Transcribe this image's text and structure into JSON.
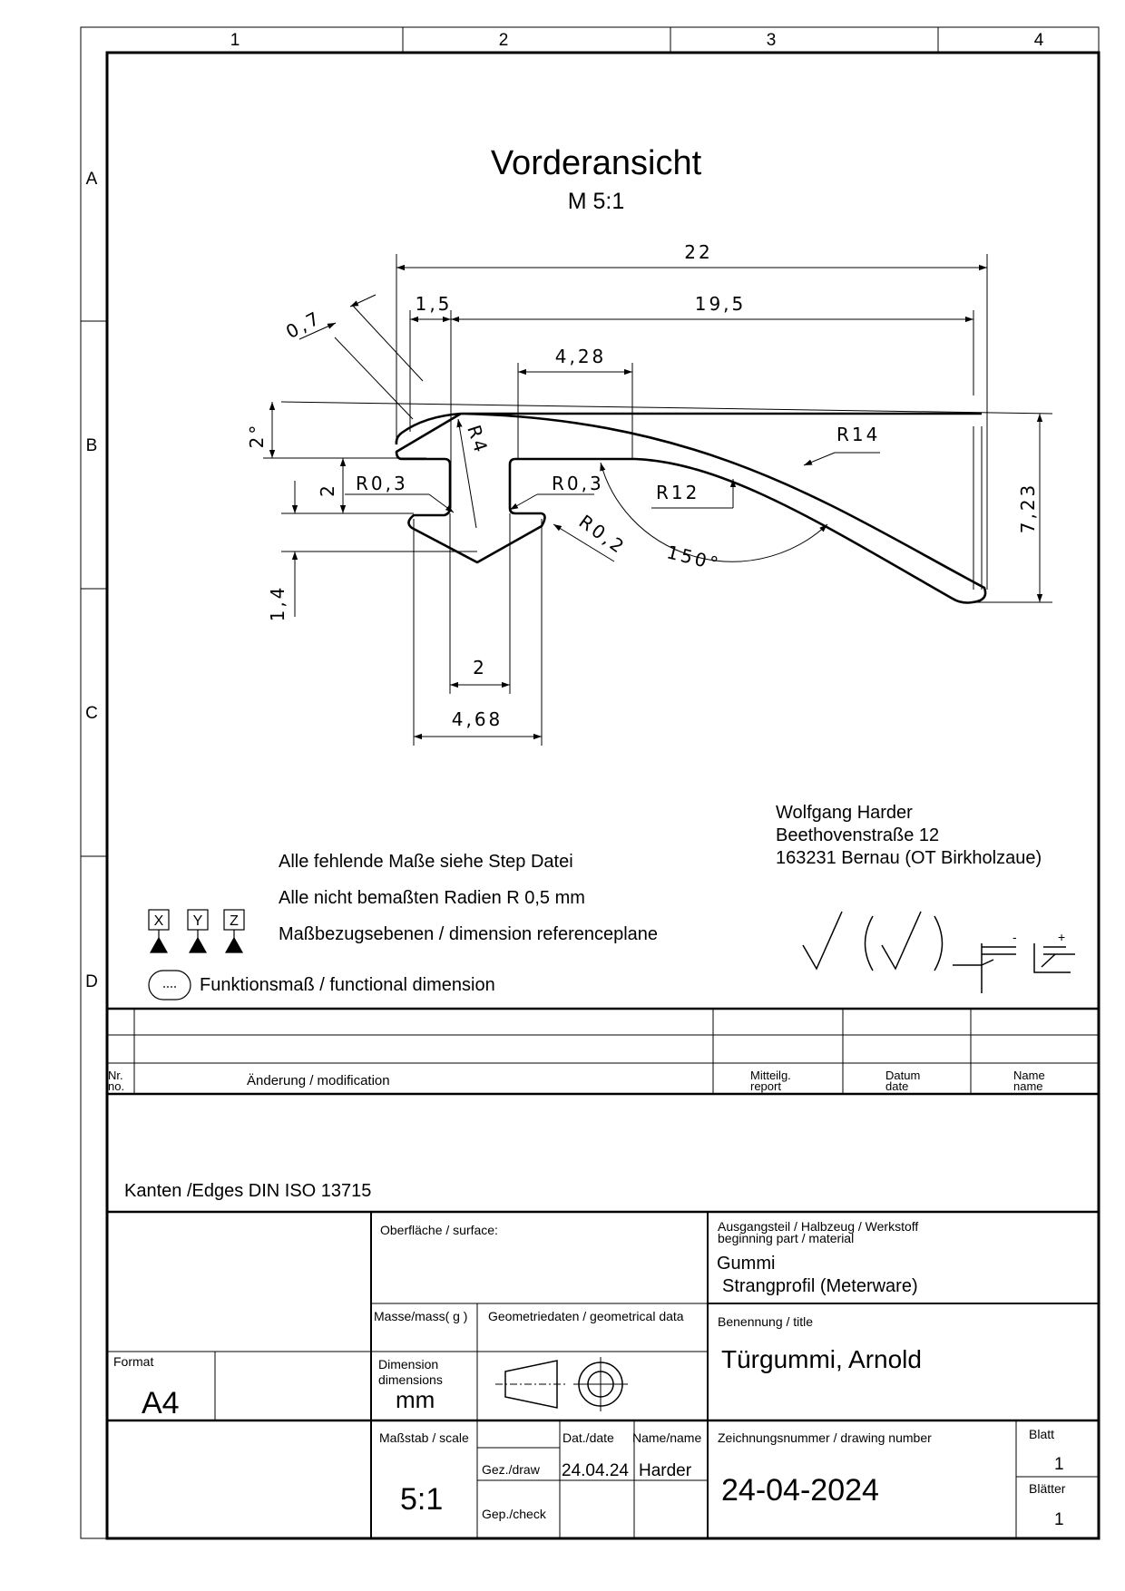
{
  "grid": {
    "columns": [
      "1",
      "2",
      "3",
      "4"
    ],
    "rows": [
      "A",
      "B",
      "C",
      "D"
    ]
  },
  "view": {
    "title": "Vorderansicht",
    "scale": "M  5:1"
  },
  "dimensions": {
    "overall_width": "22",
    "flange_width": "1,5",
    "lip_length": "19,5",
    "top_slot": "4,28",
    "thickness": "0,7",
    "angle_small": "2°",
    "height_2": "2",
    "height_14": "1,4",
    "r4": "R4",
    "r03_left": "R0,3",
    "r03_right": "R0,3",
    "r02": "R0,2",
    "r12": "R12",
    "r14": "R14",
    "angle_150": "150°",
    "total_height": "7,23",
    "neck_width": "2",
    "foot_width": "4,68"
  },
  "author": {
    "name": "Wolfgang Harder",
    "street": "Beethovenstraße 12",
    "city": "163231 Bernau (OT Birkholzaue)"
  },
  "notes": {
    "missing": "Alle fehlende Maße siehe Step Datei",
    "radii": "Alle nicht bemaßten Radien R 0,5 mm",
    "reference": "Maßbezugsebenen / dimension referenceplane",
    "functional": "Funktionsmaß / functional dimension",
    "datums": [
      "X",
      "Y",
      "Z"
    ]
  },
  "revision": {
    "nr": [
      "Nr.",
      "no."
    ],
    "change": "Änderung / modification",
    "report": [
      "Mitteilg.",
      "report"
    ],
    "date": [
      "Datum",
      "date"
    ],
    "name": [
      "Name",
      "name"
    ]
  },
  "title_block": {
    "edges": "Kanten /Edges DIN ISO 13715",
    "surface_label": "Oberfläche / surface:",
    "material_label_1": "Ausgangsteil / Halbzeug / Werkstoff",
    "material_label_2": "beginning part / material",
    "material_1": "Gummi",
    "material_2": "Strangprofil (Meterware)",
    "mass_label": "Masse/mass( g )",
    "geometry_label": "Geometriedaten / geometrical data",
    "title_label": "Benennung / title",
    "title": "Türgummi, Arnold",
    "format_label": "Format",
    "format": "A4",
    "dimension_label_1": "Dimension",
    "dimension_label_2": "dimensions",
    "unit": "mm",
    "scale_label": "Maßstab / scale",
    "scale": "5:1",
    "date_label": "Dat./date",
    "name_label": "Name/name",
    "drawn_label": "Gez./draw",
    "drawn_date": "24.04.24",
    "drawn_name": "Harder",
    "check_label": "Gep./check",
    "drawing_number_label": "Zeichnungsnummer / drawing number",
    "drawing_number": "24-04-2024",
    "sheet_label": "Blatt",
    "sheet": "1",
    "sheets_label": "Blätter",
    "sheets": "1"
  }
}
